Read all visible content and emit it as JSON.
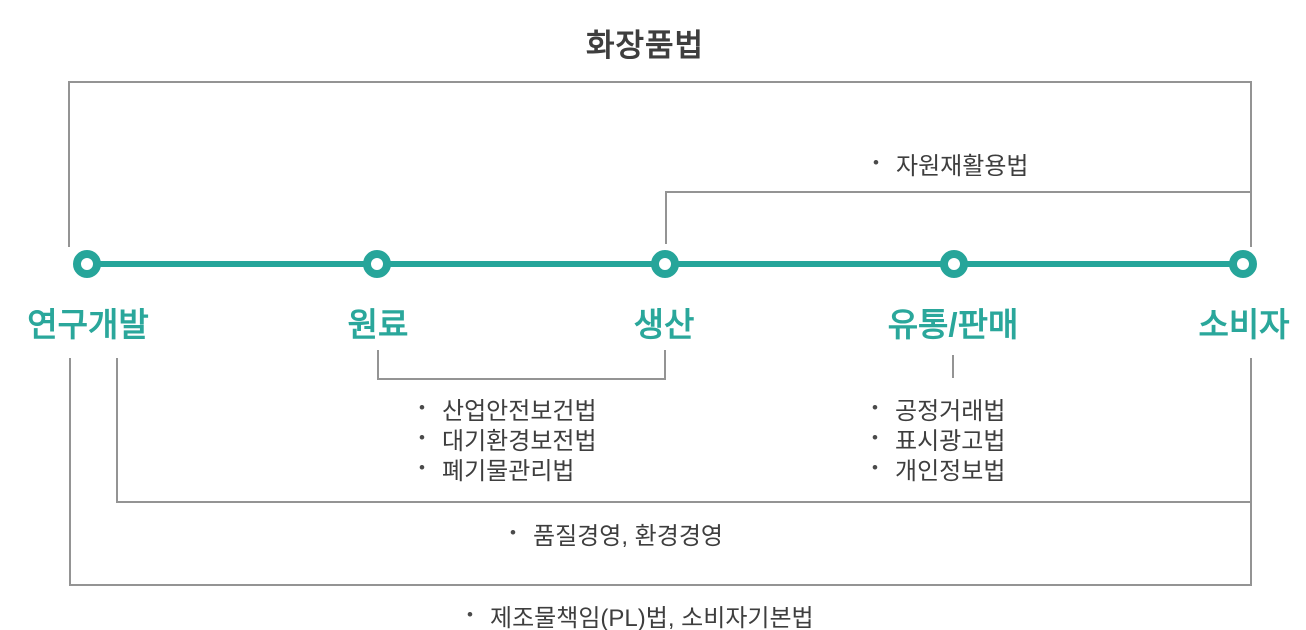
{
  "title": "화장품법",
  "ui": {
    "bullet": "•"
  },
  "colors": {
    "accent_teal": "#26a59a",
    "line_gray": "#949494",
    "text_dark": "#3e3e3e"
  },
  "stages": [
    {
      "label": "연구개발"
    },
    {
      "label": "원료"
    },
    {
      "label": "생산"
    },
    {
      "label": "유통/판매"
    },
    {
      "label": "소비자"
    }
  ],
  "law_groups": [
    {
      "name": "resource-recycling",
      "items": [
        "자원재활용법"
      ]
    },
    {
      "name": "materials-production",
      "items": [
        "산업안전보건법",
        "대기환경보전법",
        "폐기물관리법"
      ]
    },
    {
      "name": "distribution-sales",
      "items": [
        "공정거래법",
        "표시광고법",
        "개인정보법"
      ]
    },
    {
      "name": "quality-environment-management",
      "items": [
        "품질경영, 환경경영"
      ]
    },
    {
      "name": "product-liability-consumer",
      "items": [
        "제조물책임(PL)법, 소비자기본법"
      ]
    }
  ]
}
